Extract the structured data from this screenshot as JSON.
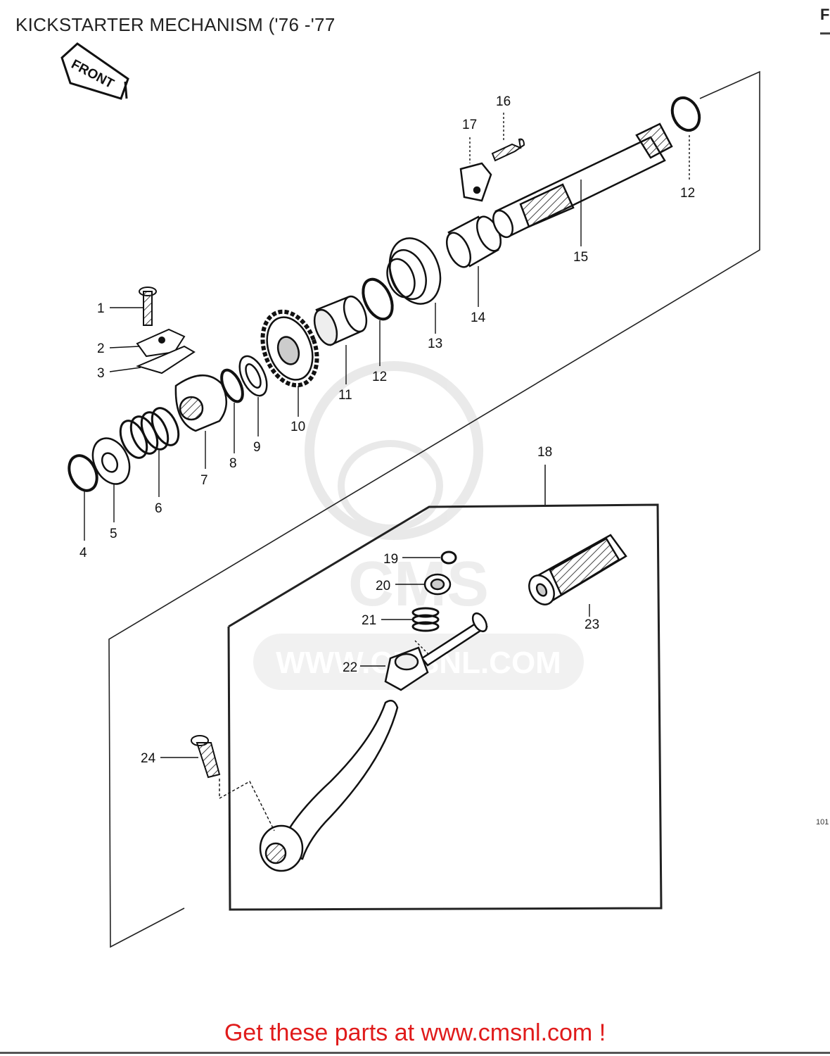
{
  "header": {
    "title": "KICKSTARTER MECHANISM ('76 -'77",
    "corner_letter": "F"
  },
  "front_arrow": {
    "label": "FRONT"
  },
  "callouts": [
    {
      "id": "1",
      "text": "1"
    },
    {
      "id": "2",
      "text": "2"
    },
    {
      "id": "3",
      "text": "3"
    },
    {
      "id": "4",
      "text": "4"
    },
    {
      "id": "5",
      "text": "5"
    },
    {
      "id": "6",
      "text": "6"
    },
    {
      "id": "7",
      "text": "7"
    },
    {
      "id": "8",
      "text": "8"
    },
    {
      "id": "9",
      "text": "9"
    },
    {
      "id": "10",
      "text": "10"
    },
    {
      "id": "11",
      "text": "11"
    },
    {
      "id": "12a",
      "text": "12"
    },
    {
      "id": "12b",
      "text": "12"
    },
    {
      "id": "13",
      "text": "13"
    },
    {
      "id": "14",
      "text": "14"
    },
    {
      "id": "15",
      "text": "15"
    },
    {
      "id": "16",
      "text": "16"
    },
    {
      "id": "17",
      "text": "17"
    },
    {
      "id": "18",
      "text": "18"
    },
    {
      "id": "19",
      "text": "19"
    },
    {
      "id": "20",
      "text": "20"
    },
    {
      "id": "21",
      "text": "21"
    },
    {
      "id": "22",
      "text": "22"
    },
    {
      "id": "23",
      "text": "23"
    },
    {
      "id": "24",
      "text": "24"
    }
  ],
  "watermark": {
    "brand": "CMS",
    "url": "WWW.CMSNL.COM"
  },
  "side_code": "101",
  "footer": {
    "cta": "Get these parts at www.cmsnl.com !"
  },
  "colors": {
    "ink": "#111111",
    "cta": "#e01b1b",
    "watermark": "#e6e6e6"
  }
}
